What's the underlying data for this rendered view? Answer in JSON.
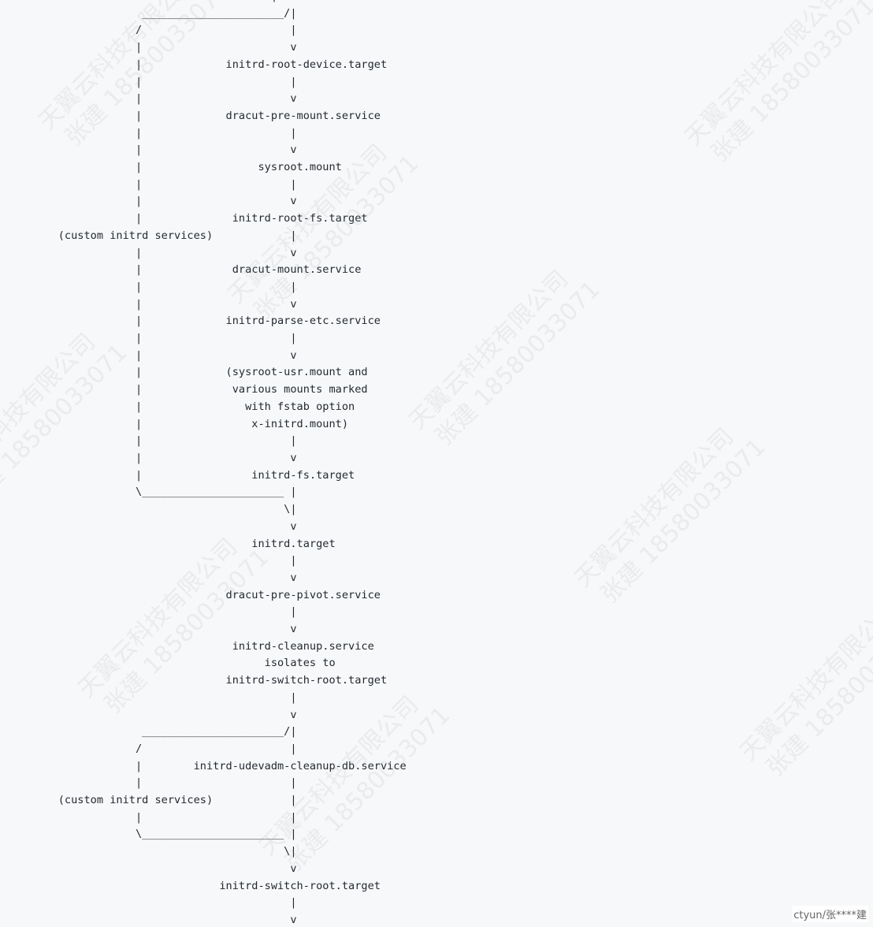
{
  "diagram": {
    "lines": [
      "                                     |",
      "                 ______________________/|",
      "                /                       |",
      "                |                       v",
      "                |             initrd-root-device.target",
      "                |                       |",
      "                |                       v",
      "                |             dracut-pre-mount.service",
      "                |                       |",
      "                |                       v",
      "                |                  sysroot.mount",
      "                |                       |",
      "                |                       v",
      "                |              initrd-root-fs.target",
      "    (custom initrd services)            |",
      "                |                       v",
      "                |              dracut-mount.service",
      "                |                       |",
      "                |                       v",
      "                |             initrd-parse-etc.service",
      "                |                       |",
      "                |                       v",
      "                |             (sysroot-usr.mount and",
      "                |              various mounts marked",
      "                |                with fstab option",
      "                |                 x-initrd.mount)",
      "                |                       |",
      "                |                       v",
      "                |                 initrd-fs.target",
      "                \\______________________ |",
      "                                       \\|",
      "                                        v",
      "                                  initrd.target",
      "                                        |",
      "                                        v",
      "                              dracut-pre-pivot.service",
      "                                        |",
      "                                        v",
      "                               initrd-cleanup.service",
      "                                    isolates to",
      "                              initrd-switch-root.target",
      "                                        |",
      "                                        v",
      "                 ______________________/|",
      "                /                       |",
      "                |        initrd-udevadm-cleanup-db.service",
      "                |                       |",
      "    (custom initrd services)            |",
      "                |                       |",
      "                \\______________________ |",
      "                                       \\|",
      "                                        v",
      "                             initrd-switch-root.target",
      "                                        |",
      "                                        v"
    ]
  },
  "watermark": {
    "line1": "天翼云科技有限公司",
    "line2": "张建 18580033071"
  },
  "footer": {
    "label": "ctyun/张****建"
  }
}
